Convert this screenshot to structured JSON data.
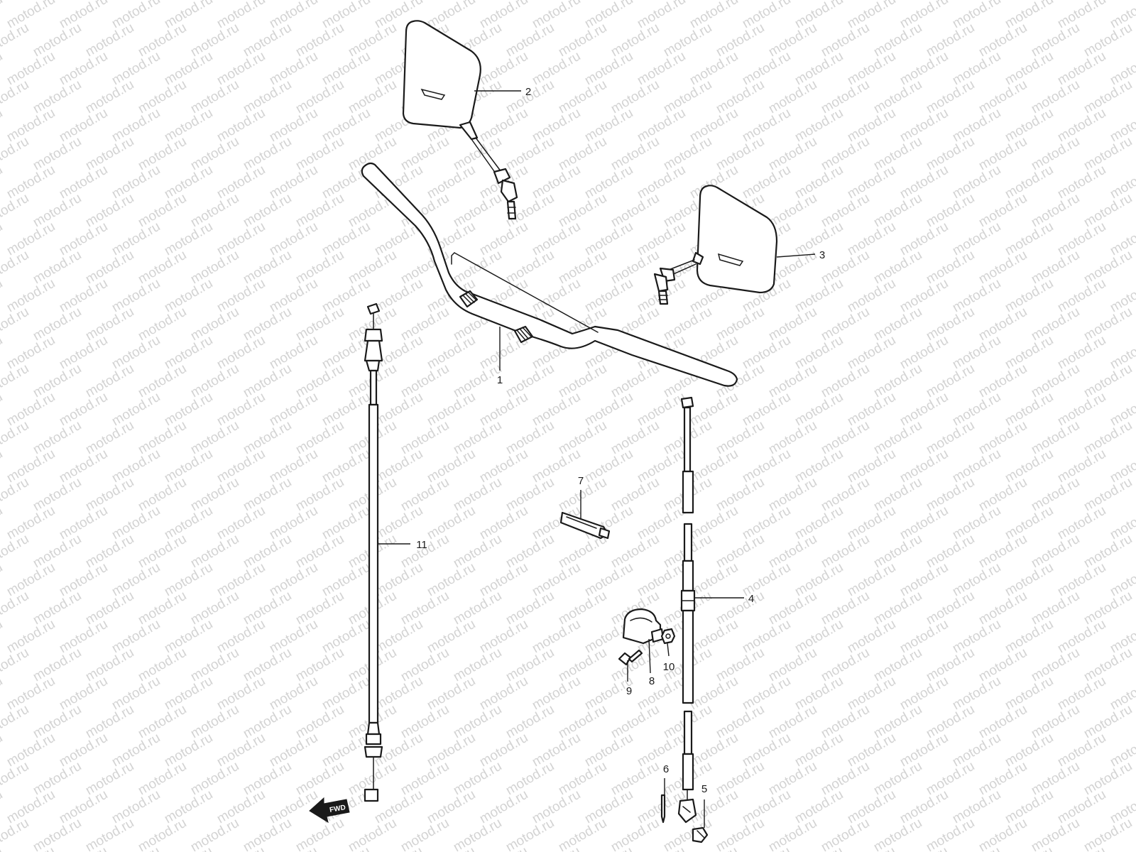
{
  "watermark": {
    "text": "motod.ru",
    "color": "#d3d3d3"
  },
  "fwd_label": "FWD",
  "callouts": {
    "handlebar": "1",
    "mirror_left": "2",
    "mirror_right": "3",
    "cable_right": "4",
    "screw": "5",
    "pin": "6",
    "clip": "7",
    "clamp": "8",
    "bolt": "9",
    "nut": "10",
    "cable_left": "11"
  },
  "colors": {
    "line": "#1a1a1a",
    "background": "#ffffff"
  }
}
